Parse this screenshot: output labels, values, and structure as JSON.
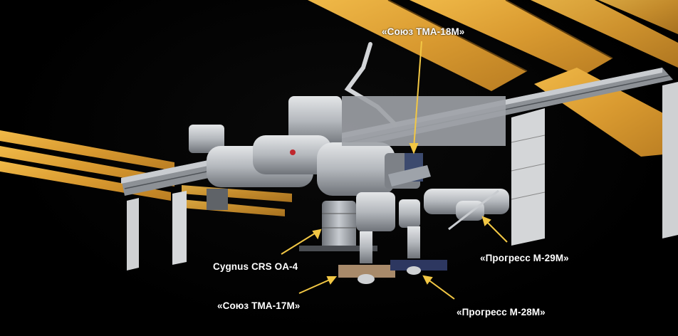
{
  "labels": {
    "soyuz_18m": "«Союз ТМА-18М»",
    "cygnus": "Cygnus CRS OA-4",
    "progress_29m": "«Прогресс М-29М»",
    "soyuz_17m": "«Союз ТМА-17М»",
    "progress_28m": "«Прогресс М-28М»"
  },
  "colors": {
    "background": "#000000",
    "solar_array_gold": "#e0a53a",
    "radiator_white": "#d8d8d8",
    "module_grey": "#b9bdc2",
    "arrow_yellow": "#f2c744",
    "label_text": "#ffffff"
  }
}
